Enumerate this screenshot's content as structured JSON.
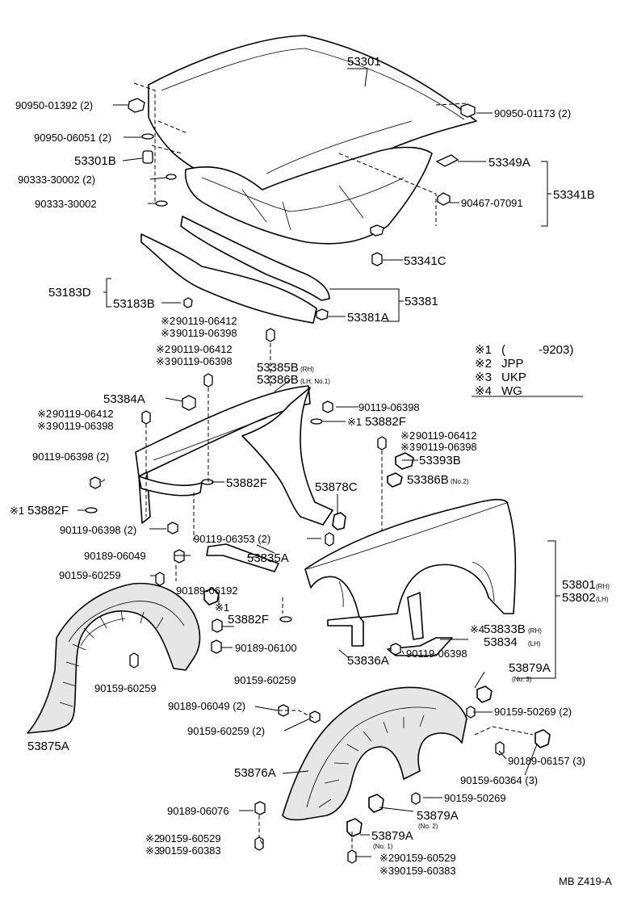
{
  "diagram_code": "MB Z419-A",
  "legend": [
    {
      "mark": "※1",
      "text": "(",
      "extra": "-9203)"
    },
    {
      "mark": "※2",
      "text": "JPP"
    },
    {
      "mark": "※3",
      "text": "UKP"
    },
    {
      "mark": "※4",
      "text": "WG"
    }
  ],
  "labels": {
    "hood": "53301",
    "hood_cushion_nut": "90950-01392 (2)",
    "hood_plug": "90950-06051 (2)",
    "hood_cushion": "53301B",
    "hood_clip_1": "90333-30002 (2)",
    "hood_clip_2": "90333-30002",
    "hood_plug_r": "90950-01173 (2)",
    "seal_clip": "53349A",
    "nut_90467": "90467-07091",
    "seal_group": "53341B",
    "seal_c": "53341C",
    "rad_seal": "53183D",
    "rad_seal_b": "53183B",
    "seal_53381": "53381",
    "seal_53381a": "53381A",
    "bolt_a_2": "90119-06412",
    "bolt_a_3": "90119-06398",
    "bolt_b_2": "90119-06412",
    "bolt_b_3": "90119-06398",
    "apron_rh": "53385B",
    "apron_rh_sfx": "(RH)",
    "apron_lh": "53386B",
    "apron_lh_sfx": "(LH, No.1)",
    "bracket_53384a": "53384A",
    "bolt_c": "90119-06398",
    "bolt_d_2": "90119-06412",
    "bolt_d_3": "90119-06398",
    "plug_53882f_1": "53882F",
    "bolt_e_2": "90119-06412",
    "bolt_e_3": "90119-06398",
    "bracket_53393b": "53393B",
    "bracket_53386b": "53386B",
    "bracket_53386b_sfx": "(No.2)",
    "bolt_f": "90119-06398 (2)",
    "plug_53882f_2": "53882F",
    "liner_clip_53878c": "53878C",
    "plug_53882f_3": "53882F",
    "bolt_g": "90119-06398 (2)",
    "bolt_h": "90119-06353 (2)",
    "clip_90189_06049": "90189-06049",
    "bracket_53835a": "53835A",
    "screw_90159_60259": "90159-60259",
    "clip_90189_06192": "90189-06192",
    "mark_1": "※1",
    "plug_53882f_4": "53882F",
    "fender_rh": "53801",
    "fender_rh_sfx": "(RH)",
    "fender_lh": "53802",
    "fender_lh_sfx": "(LH)",
    "clip_90189_06100": "90189-06100",
    "screw_90159_60259_b": "90159-60259",
    "screw_90159_60259_c": "90159-60259",
    "liner_front": "53875A",
    "bracket_53836a": "53836A",
    "bolt_i": "90119-06398",
    "bracket_53833b": "53833B",
    "bracket_53833b_sfx": "(RH)",
    "bracket_53834": "53834",
    "bracket_53834_sfx": "(LH)",
    "clip_53879a_3": "53879A",
    "clip_53879a_3_sfx": "(No. 3)",
    "clip_90189_06049_b": "90189-06049 (2)",
    "screw_90159_50269_2": "90159-50269 (2)",
    "screw_90159_60259_d": "90159-60259 (2)",
    "clip_90189_06157": "90189-06157 (3)",
    "screw_90159_60364": "90159-60364 (3)",
    "liner_rear": "53876A",
    "screw_90159_50269": "90159-50269",
    "clip_90189_06076": "90189-06076",
    "clip_53879a_2": "53879A",
    "clip_53879a_2_sfx": "(No. 2)",
    "screw_l_2": "90159-60529",
    "screw_l_3": "90159-60383",
    "clip_53879a_1": "53879A",
    "clip_53879a_1_sfx": "(No. 1)",
    "screw_r_2": "90159-60529",
    "screw_r_3": "90159-60383"
  }
}
